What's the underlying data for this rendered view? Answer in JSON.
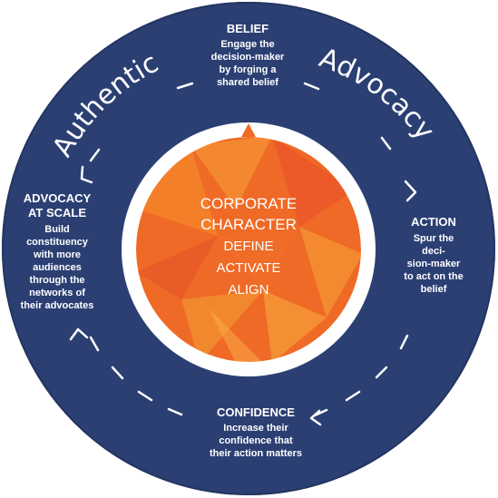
{
  "colors": {
    "ring": "#2b3f73",
    "ring_edge": "#243561",
    "gap": "#ffffff",
    "core_base": "#ef6a26",
    "core_light": "#f7962c",
    "core_dark": "#e0491f",
    "text": "#ffffff"
  },
  "arc_words": {
    "left": "Authentic",
    "right": "Advocacy"
  },
  "center": {
    "line1": "CORPORATE",
    "line2": "CHARACTER",
    "line3": "DEFINE",
    "line4": "ACTIVATE",
    "line5": "ALIGN"
  },
  "stages": {
    "belief": {
      "title": "BELIEF",
      "lines": [
        "Engage the",
        "decision-maker",
        "by forging a",
        "shared belief"
      ]
    },
    "action": {
      "title": "ACTION",
      "lines": [
        "Spur the",
        "deci-",
        "sion-maker",
        "to act on the",
        "belief"
      ]
    },
    "confidence": {
      "title": "CONFIDENCE",
      "lines": [
        "Increase their",
        "confidence that",
        "their action matters"
      ]
    },
    "scale": {
      "title_lines": [
        "ADVOCACY",
        "AT SCALE"
      ],
      "lines": [
        "Build",
        "constituency",
        "with more",
        "audiences",
        "through the",
        "networks of",
        "their advocates"
      ]
    }
  },
  "icons": {
    "cycle_arrow": "chevron-arrow-icon",
    "core_pointer": "triangle-pointer-icon"
  }
}
